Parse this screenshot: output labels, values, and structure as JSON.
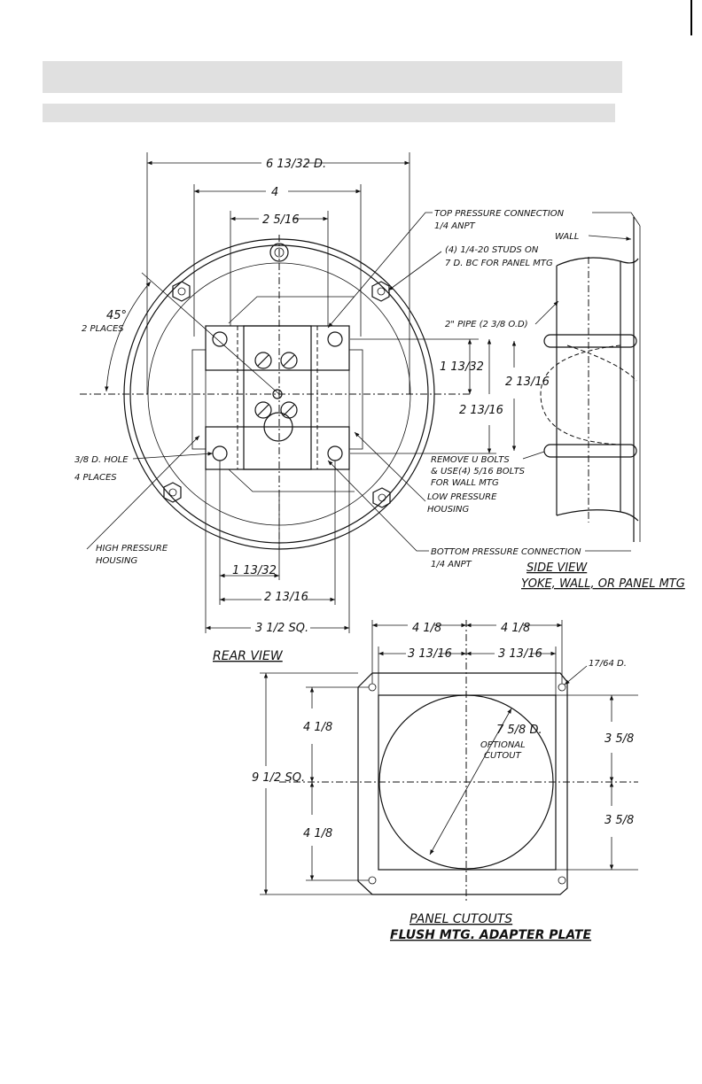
{
  "rear_view": {
    "dim_top_width": "6 13/32 D.",
    "dim_4": "4",
    "dim_2_5_16": "2 5/16",
    "angle_45": "45°",
    "angle_places": "2 PLACES",
    "hole_label": "3/8 D. HOLE",
    "hole_places": "4 PLACES",
    "high_pressure_1": "HIGH PRESSURE",
    "high_pressure_2": "HOUSING",
    "top_connection_1": "TOP PRESSURE CONNECTION",
    "top_connection_2": "1/4 ANPT",
    "studs_1": "(4) 1/4-20 STUDS ON",
    "studs_2": "7 D. BC FOR PANEL MTG",
    "dim_1_13_32_right": "1 13/32",
    "dim_2_13_16_right": "2 13/16",
    "low_pressure_1": "LOW PRESSURE",
    "low_pressure_2": "HOUSING",
    "bottom_connection_1": "BOTTOM PRESSURE CONNECTION",
    "bottom_connection_2": "1/4 ANPT",
    "dim_1_13_32_bottom": "1 13/32",
    "dim_2_13_16_bottom": "2 13/16",
    "dim_3_1_2_sq": "3 1/2 SQ.",
    "title": "REAR VIEW"
  },
  "side_view": {
    "wall": "WALL",
    "pipe": "2\" PIPE (2 3/8 O.D)",
    "dim_2_13_16": "2 13/16",
    "remove_1": "REMOVE U BOLTS",
    "remove_2": "& USE(4) 5/16 BOLTS",
    "remove_3": "FOR WALL MTG",
    "title": "SIDE VIEW",
    "subtitle": "YOKE, WALL, OR PANEL MTG"
  },
  "panel_cutouts": {
    "dim_4_1_8_left_top": "4 1/8",
    "dim_4_1_8_right_top": "4 1/8",
    "dim_3_13_16_left": "3 13/16",
    "dim_3_13_16_right": "3 13/16",
    "hole_dia": "17/64 D.",
    "cutout_dia": "7 5/8 D.",
    "optional_1": "OPTIONAL",
    "optional_2": "CUTOUT",
    "dim_4_1_8_vert_top": "4 1/8",
    "dim_4_1_8_vert_bottom": "4 1/8",
    "dim_9_1_2_sq": "9 1/2 SQ.",
    "dim_3_5_8_top": "3 5/8",
    "dim_3_5_8_bottom": "3 5/8",
    "title": "PANEL CUTOUTS",
    "subtitle": "FLUSH MTG. ADAPTER PLATE"
  }
}
